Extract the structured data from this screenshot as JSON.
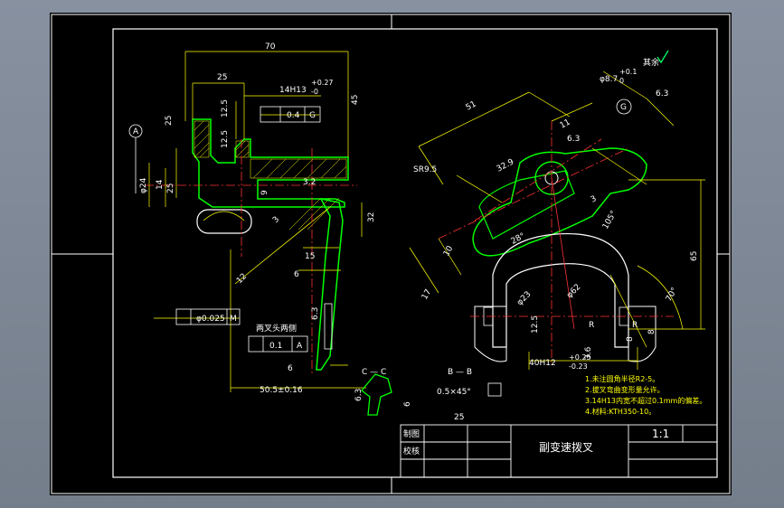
{
  "title_block": {
    "drawn_label": "制图",
    "checked_label": "校核",
    "part_name": "副变速拨叉",
    "scale": "1:1"
  },
  "notes": [
    "1.未注圆角半径R2-5。",
    "2.拔叉弯曲变形量允许。",
    "3.14H13内宽不超过0.1mm的偏差。",
    "4.材料:KTH350-10。"
  ],
  "roughness_rest": "其余",
  "left_view_dims": {
    "overall_width": "70",
    "slot_width": "25",
    "slot_width_tol": "14H13",
    "slot_tol_upper": "+0.27",
    "slot_tol_lower": "-0",
    "roughness_125": "12.5",
    "flatness_tol": "0.4",
    "datum_g": "G",
    "bore_dia": "φ24",
    "hub_width": "14",
    "hub_offset": "25",
    "pin_dist": "3.2",
    "height_32": "32",
    "dim_9": "9",
    "dim_3": "3",
    "dim_15": "15",
    "dim_65_left": "6",
    "dim_6_range": "6",
    "dim_r_left": "12",
    "dim_6_3": "6.3",
    "dim_6_bottom": "6",
    "position_tol": "φ0.025",
    "position_mod": "M",
    "perp_note": "两叉头两侧",
    "perp_tol": "0.1",
    "perp_datum": "A",
    "datum_a": "A",
    "overall_length": "50.5±0.16",
    "dim_45": "45",
    "section_c": "C — C",
    "chamfer": "0.5×45°",
    "section_b": "B — B",
    "dim_25_b": "25",
    "dim_65_c": "6.3"
  },
  "right_view_dims": {
    "hole_dia": "φ8.7",
    "hole_tol_upper": "+0.1",
    "hole_tol_lower": "0",
    "roughness_hole": "6.3",
    "datum_g": "G",
    "length_51": "51",
    "dim_11": "11",
    "sphere": "SR9.5",
    "dim_32_9": "32.9",
    "dim_10": "10",
    "dim_28": "28°",
    "dim_3": "3",
    "dim_17": "17",
    "dim_105": "105°",
    "dim_65": "65",
    "dim_70": "70°",
    "r_inner": "φ23",
    "r_outer": "φ62",
    "width_tol": "40H12",
    "width_tol_upper": "+0.25",
    "width_tol_lower": "-0.23",
    "dim_8": "8",
    "dim_r": "R",
    "dim_12_5": "12.5",
    "dim_36": "3.6"
  }
}
